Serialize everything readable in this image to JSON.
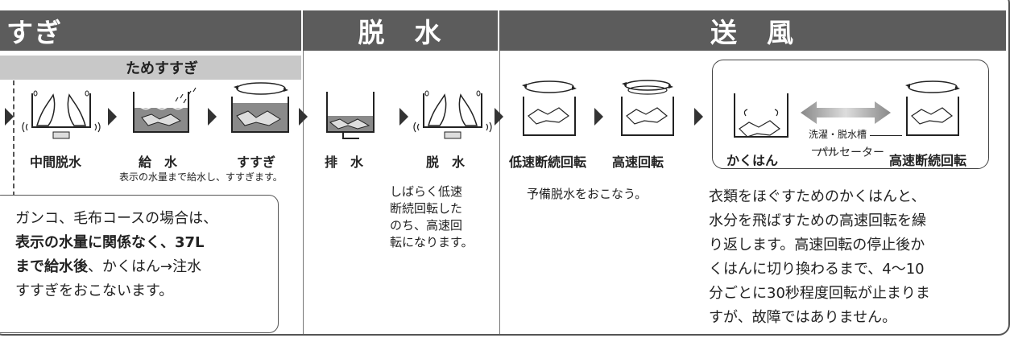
{
  "headers": {
    "rinse": "すぎ",
    "spin": "脱　水",
    "air": "送　風"
  },
  "subheader": "ためすすぎ",
  "labels": {
    "mid_spin": "中間脱水",
    "water_supply": "給　水",
    "rinse": "すすぎ",
    "drain": "排　水",
    "spin": "脱　水",
    "low_speed": "低速断続回転",
    "high_speed": "高速回転",
    "stir": "かくはん",
    "high_speed_interval": "高速断続回転"
  },
  "small_texts": {
    "water_note": "表示の水量まで給水し、すすぎます。",
    "tub_line1": "洗濯・脱水槽",
    "tub_line2": "パルセーター"
  },
  "spin_desc": [
    "しばらく低速",
    "断続回転した",
    "のち、高速回",
    "転になります。"
  ],
  "pre_spin_desc": "予備脱水をおこなう。",
  "air_desc": [
    "衣類をほぐすためのかくはんと、",
    "水分を飛ばすための高速回転を繰",
    "り返します。高速回転の停止後か",
    "くはんに切り換わるまで、4〜10",
    "分ごとに30秒程度回転が止まりま",
    "すが、故障ではありません。"
  ],
  "note": {
    "line1": "ガンコ、毛布コースの場合は、",
    "line2": "表示の水量に関係なく、37L",
    "line3_bold": "まで給水後",
    "line3_rest": "、かくはん→注水",
    "line4": "すすぎをおこないます。"
  },
  "colors": {
    "header_bg": "#5c5c5c",
    "subheader_bg": "#c8c8c8",
    "water": "#8a8a8a"
  }
}
